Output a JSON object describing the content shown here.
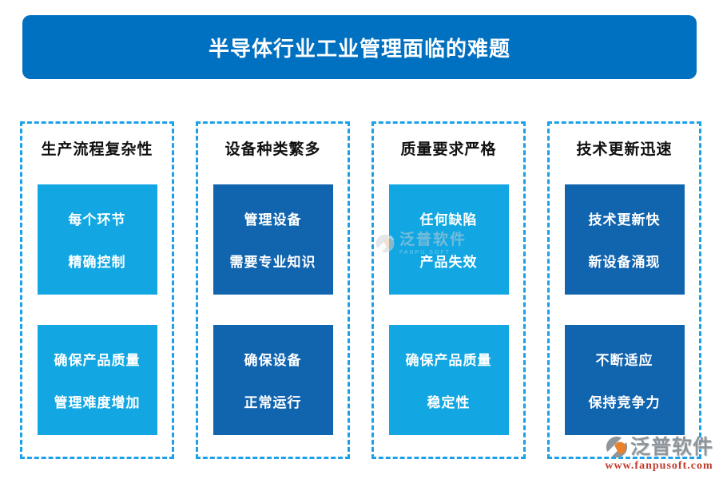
{
  "title": {
    "text": "半导体行业工业管理面临的难题"
  },
  "colors": {
    "title_bg": "#0070C0",
    "light_box": "#12A7E2",
    "dark_box": "#1164AE",
    "dashed_border": "#1BA1E9",
    "heading_text": "#111111",
    "box_text": "#FFFFFF",
    "footer_brand_gray": "#8E959B",
    "footer_url_red": "#C03B2B",
    "logo_orange": "#E8822C"
  },
  "columns": [
    {
      "heading": "生产流程复杂性",
      "tone": "light",
      "box1": [
        "每个环节",
        "精确控制"
      ],
      "box2": [
        "确保产品质量",
        "管理难度增加"
      ]
    },
    {
      "heading": "设备种类繁多",
      "tone": "dark",
      "box1": [
        "管理设备",
        "需要专业知识"
      ],
      "box2": [
        "确保设备",
        "正常运行"
      ]
    },
    {
      "heading": "质量要求严格",
      "tone": "light",
      "box1": [
        "任何缺陷",
        "产品失效"
      ],
      "box2": [
        "确保产品质量",
        "稳定性"
      ]
    },
    {
      "heading": "技术更新迅速",
      "tone": "dark",
      "box1": [
        "技术更新快",
        "新设备涌现"
      ],
      "box2": [
        "不断适应",
        "保持竞争力"
      ]
    }
  ],
  "watermark_center": {
    "brand": "泛普软件",
    "subtext": "FANPU SOFT"
  },
  "watermark_footer": {
    "brand": "泛普软件",
    "url": "www.fanpusoft.com"
  }
}
